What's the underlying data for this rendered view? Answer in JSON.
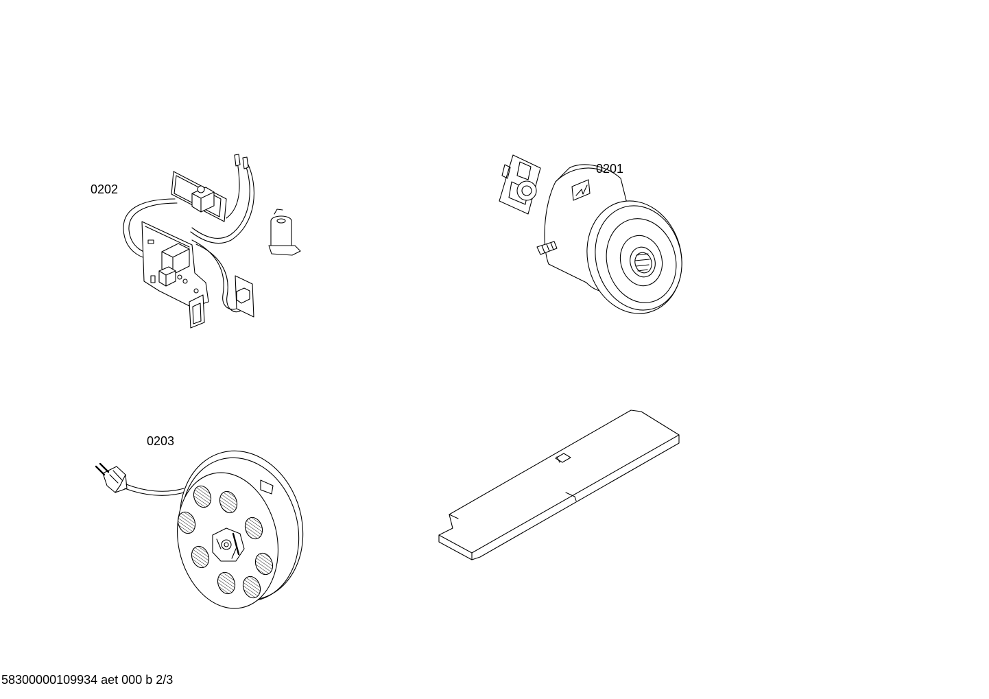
{
  "parts": [
    {
      "id": "0202",
      "name": "electronic module with wiring"
    },
    {
      "id": "0201",
      "name": "motor"
    },
    {
      "id": "0203",
      "name": "cable reel"
    }
  ],
  "labels": {
    "part_0202": "0202",
    "part_0201": "0201",
    "part_0203": "0203"
  },
  "footer": {
    "document_code": "58300000109934 aet 000 b 2/3"
  }
}
